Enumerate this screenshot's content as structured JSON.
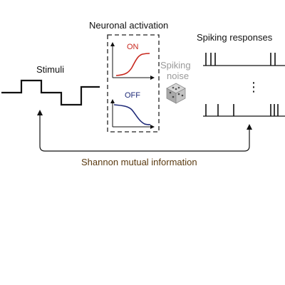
{
  "labels": {
    "stimuli": "Stimuli",
    "neuronal_activation": "Neuronal activation",
    "on": "ON",
    "off": "OFF",
    "spiking_noise_line1": "Spiking",
    "spiking_noise_line2": "noise",
    "spiking_responses": "Spiking responses",
    "ellipsis": "⋮",
    "mutual_information": "Shannon mutual information"
  },
  "colors": {
    "ink": "#111111",
    "on_curve": "#c8281e",
    "off_curve": "#1e2a78",
    "on_label": "#c8281e",
    "off_label": "#1e2a78",
    "noise_text": "#9a9a9a",
    "mutual_info_text": "#5a3a10"
  },
  "icons": {
    "noise": "dice-icon"
  }
}
